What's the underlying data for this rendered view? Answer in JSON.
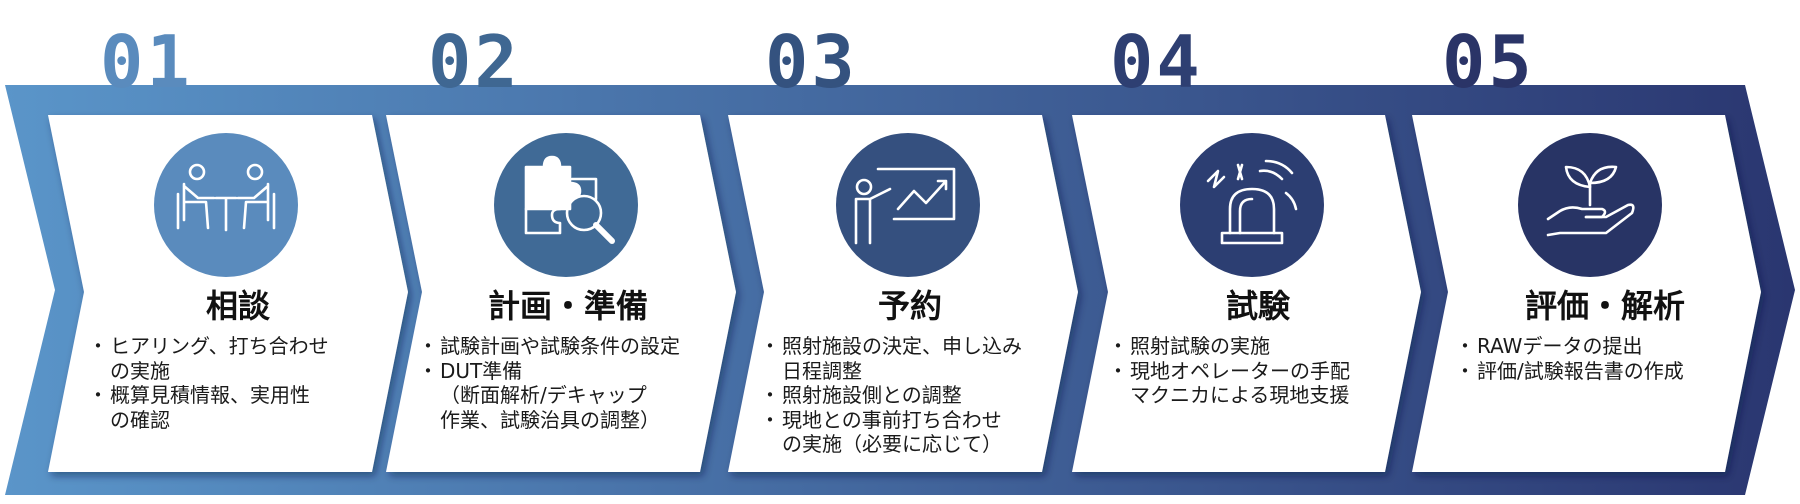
{
  "colors": {
    "band_start": "#5a95c9",
    "band_end": "#2a3670",
    "num_colors": [
      "#5a8bbd",
      "#3f6792",
      "#34527f",
      "#2e3f72",
      "#2a3467"
    ],
    "circle_colors": [
      "#5a8bbd",
      "#406a96",
      "#35507f",
      "#2c3e72",
      "#283465"
    ],
    "card_bg": "#ffffff"
  },
  "steps": [
    {
      "number": "01",
      "title": "相談",
      "icon": "consultation-icon",
      "items": [
        "ヒアリング、打ち合わせ\nの実施",
        "概算見積情報、実用性\nの確認"
      ]
    },
    {
      "number": "02",
      "title": "計画・準備",
      "icon": "puzzle-magnifier-icon",
      "items": [
        "試験計画や試験条件の設定",
        "DUT準備\n（断面解析/デキャップ\n作業、試験治具の調整）"
      ]
    },
    {
      "number": "03",
      "title": "予約",
      "icon": "presentation-chart-icon",
      "items": [
        "照射施設の決定、申し込み\n日程調整",
        "照射施設側との調整",
        "現地との事前打ち合わせ\nの実施（必要に応じて）"
      ]
    },
    {
      "number": "04",
      "title": "試験",
      "icon": "alarm-light-icon",
      "items": [
        "照射試験の実施",
        "現地オペレーターの手配\nマクニカによる現地支援"
      ]
    },
    {
      "number": "05",
      "title": "評価・解析",
      "icon": "plant-hand-icon",
      "items": [
        "RAWデータの提出",
        "評価/試験報告書の作成"
      ]
    }
  ]
}
